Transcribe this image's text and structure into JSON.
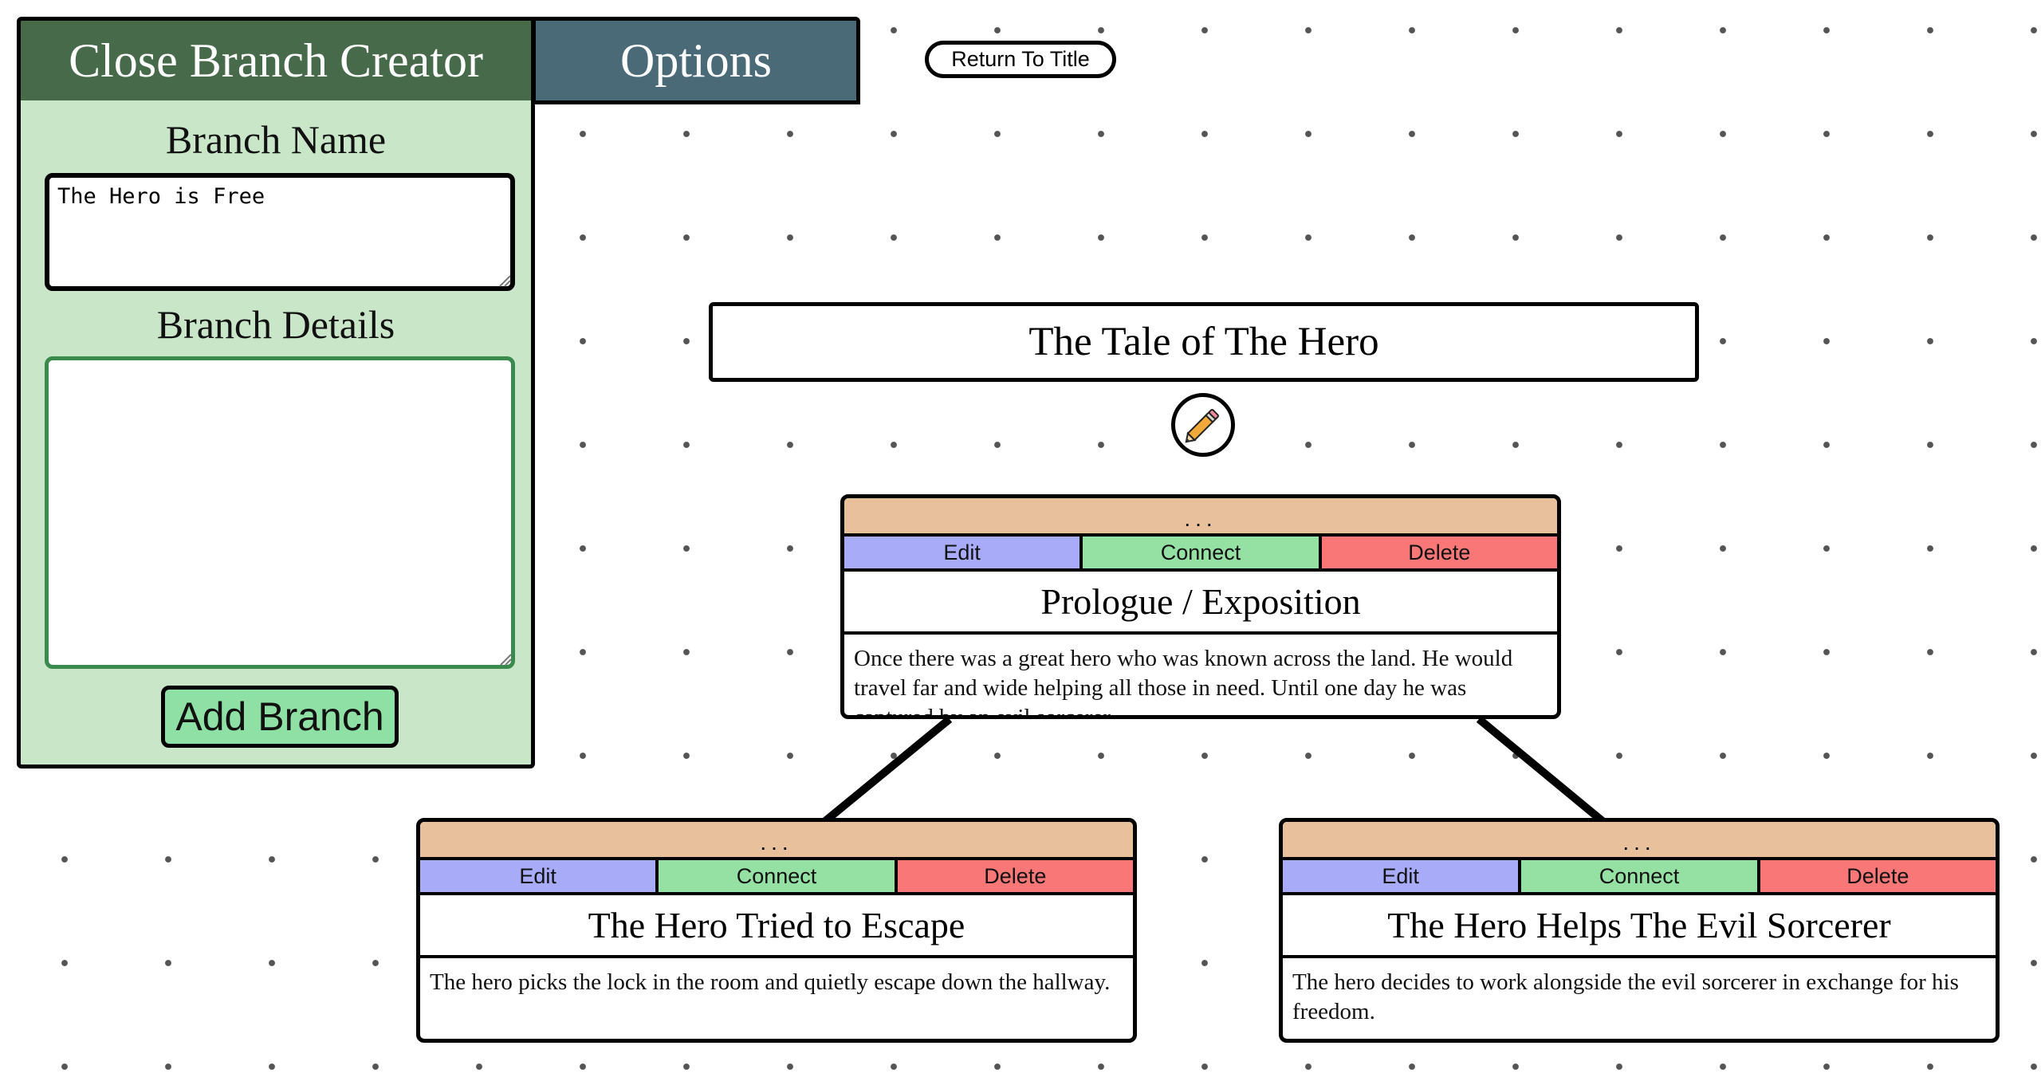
{
  "topbar": {
    "close_tab_label": "Close Branch Creator",
    "options_tab_label": "Options",
    "return_label": "Return To Title"
  },
  "creator": {
    "name_label": "Branch Name",
    "name_value": "The Hero is Free",
    "details_label": "Branch Details",
    "details_value": "",
    "add_button_label": "Add Branch"
  },
  "story": {
    "title": "The Tale of The Hero",
    "edit_icon": "pencil-icon"
  },
  "branch_controls": {
    "handle": "...",
    "edit": "Edit",
    "connect": "Connect",
    "delete": "Delete"
  },
  "branches": [
    {
      "title": "Prologue / Exposition",
      "details": "Once there was a great hero who was known across the land. He would travel far and wide helping all those in need. Until one day he was captured by an evil sorcerer."
    },
    {
      "title": "The Hero Tried to Escape",
      "details": "The hero picks the lock in the room and quietly escape down the hallway."
    },
    {
      "title": "The Hero Helps The Evil Sorcerer",
      "details": "The hero decides to work alongside the evil sorcerer in exchange for his freedom."
    }
  ],
  "colors": {
    "close_tab": "#466a4a",
    "options_tab": "#4a6a78",
    "panel": "#c9e6c8",
    "handle": "#e8c09b",
    "edit": "#a8acf8",
    "connect": "#95e0a3",
    "delete": "#f97777",
    "add_button": "#8ee0a4"
  }
}
